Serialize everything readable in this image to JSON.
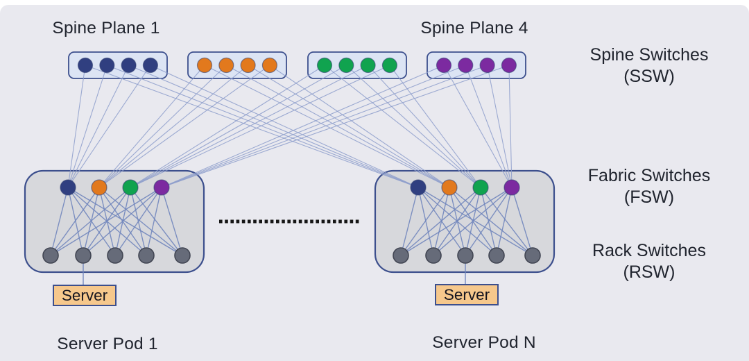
{
  "labels": {
    "spine_plane_1": "Spine Plane 1",
    "spine_plane_4": "Spine Plane 4",
    "spine_switches_line1": "Spine Switches",
    "spine_switches_line2": "(SSW)",
    "fabric_switches_line1": "Fabric Switches",
    "fabric_switches_line2": "(FSW)",
    "rack_switches_line1": "Rack Switches",
    "rack_switches_line2": "(RSW)",
    "server_pod_1": "Server Pod 1",
    "server_pod_n": "Server Pod N"
  },
  "colors": {
    "background": "#e9e9ef",
    "top_strip": "#ffffff",
    "label_text": "#20242e",
    "box_border": "#3c4f8d",
    "spine_box_fill": "#dce4f4",
    "pod_fill": "#d7d8dc",
    "dot_border": "#2c3a6e",
    "rack_dot": "#666b79",
    "rack_dot_border": "#424653",
    "spine_link": "#8d9ecb",
    "mesh_link": "#7186bd",
    "ellipsis": "#161616",
    "server_fill": "#f6c88c",
    "server_text": "#15151f"
  },
  "topology": {
    "spine_planes": [
      {
        "label": "Spine Plane 1",
        "color": "#303f80",
        "switch_count": 4
      },
      {
        "label": "",
        "color": "#e2791d",
        "switch_count": 4
      },
      {
        "label": "",
        "color": "#10a34f",
        "switch_count": 4
      },
      {
        "label": "Spine Plane 4",
        "color": "#7c2aa0",
        "switch_count": 4
      }
    ],
    "pods": [
      {
        "label": "Server Pod 1",
        "fabric_switch_count": 4,
        "rack_switch_count": 5,
        "server_label": "Server",
        "server_rack_index": 1
      },
      {
        "label": "Server Pod N",
        "fabric_switch_count": 4,
        "rack_switch_count": 5,
        "server_label": "Server",
        "server_rack_index": 2
      }
    ]
  }
}
